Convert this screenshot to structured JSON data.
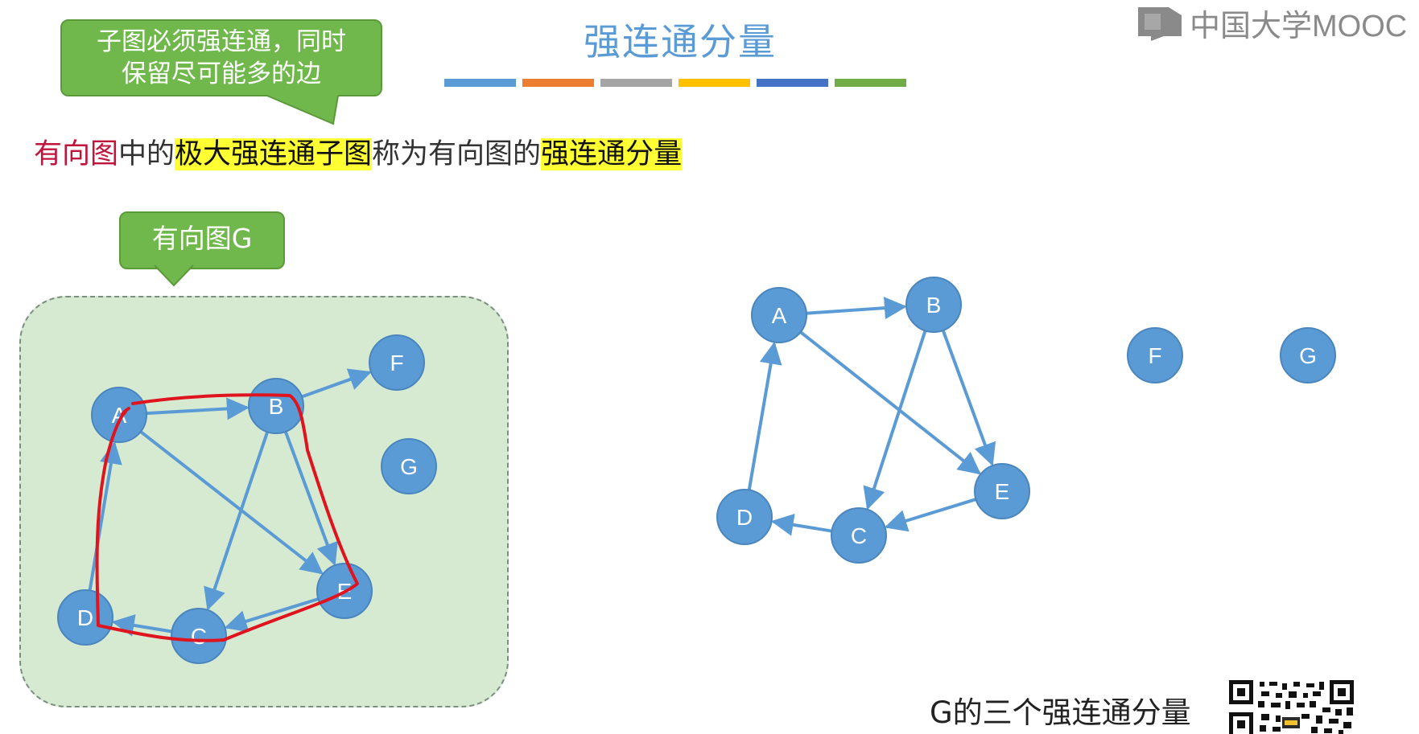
{
  "title": "强连通分量",
  "logo": {
    "icon": "mooc-logo-icon",
    "text": "中国大学MOOC"
  },
  "colors": {
    "accent": "#5b9bd5",
    "node_fill": "#5b9bd5",
    "edge": "#5b9bd5",
    "callout": "#70b84c",
    "highlight": "#ffff33",
    "annotation_red": "#e0141e",
    "panel_bg": "#d6ead2",
    "bars": [
      "#5b9bd5",
      "#ed7d31",
      "#a5a5a5",
      "#ffc000",
      "#4472c4",
      "#70ad47"
    ]
  },
  "callout_top": {
    "line1": "子图必须强连通，同时",
    "line2": "保留尽可能多的边"
  },
  "definition": {
    "part1": "有向图",
    "part2": "中的",
    "part3": "极大强连通子图",
    "part4": "称为有向图的",
    "part5": "强连通分量"
  },
  "callout_graph": "有向图G",
  "graph_left": {
    "nodes": [
      "A",
      "B",
      "C",
      "D",
      "E",
      "F",
      "G"
    ],
    "edges": [
      [
        "A",
        "B"
      ],
      [
        "B",
        "F"
      ],
      [
        "B",
        "C"
      ],
      [
        "A",
        "E"
      ],
      [
        "B",
        "E"
      ],
      [
        "E",
        "C"
      ],
      [
        "C",
        "D"
      ],
      [
        "D",
        "A"
      ]
    ]
  },
  "graph_right": {
    "nodes": [
      "A",
      "B",
      "C",
      "D",
      "E",
      "F",
      "G"
    ],
    "edges": [
      [
        "A",
        "B"
      ],
      [
        "B",
        "C"
      ],
      [
        "A",
        "E"
      ],
      [
        "B",
        "E"
      ],
      [
        "E",
        "C"
      ],
      [
        "C",
        "D"
      ],
      [
        "D",
        "A"
      ]
    ]
  },
  "caption": "G的三个强连通分量",
  "qr": "qr-code-icon"
}
